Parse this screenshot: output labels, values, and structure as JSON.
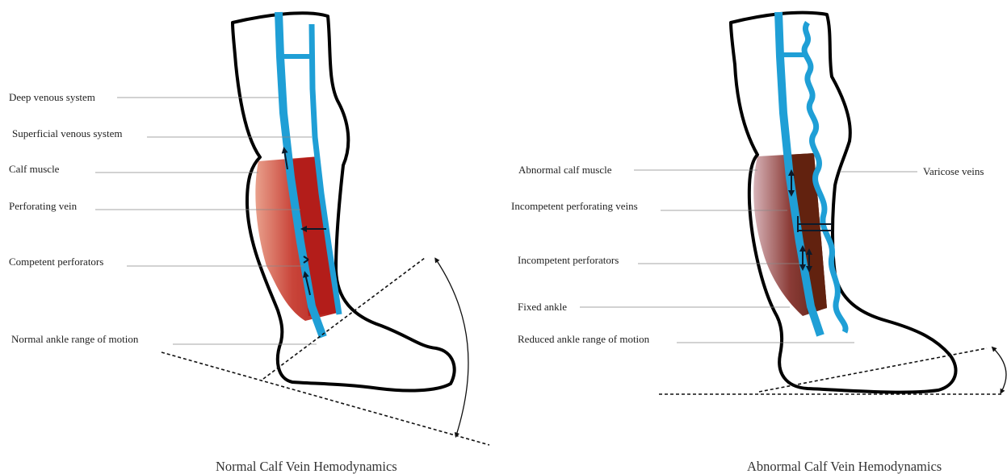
{
  "normal": {
    "caption": "Normal Calf Vein Hemodynamics",
    "labels": {
      "deep": "Deep venous system",
      "superficial": "Superficial venous system",
      "calf_muscle": "Calf muscle",
      "perforating": "Perforating vein",
      "competent": "Competent perforators",
      "ankle_rom": "Normal ankle range of motion"
    }
  },
  "abnormal": {
    "caption": "Abnormal Calf Vein Hemodynamics",
    "labels": {
      "calf_muscle": "Abnormal calf muscle",
      "perforating": "Incompetent perforating veins",
      "perforators": "Incompetent perforators",
      "fixed_ankle": "Fixed ankle",
      "ankle_rom": "Reduced ankle range of motion",
      "varicose": "Varicose veins"
    }
  },
  "colors": {
    "vein": "#1f9fd6",
    "normal_muscle": "#b8231f",
    "abnormal_muscle": "#6b2418",
    "outline": "#000000"
  }
}
